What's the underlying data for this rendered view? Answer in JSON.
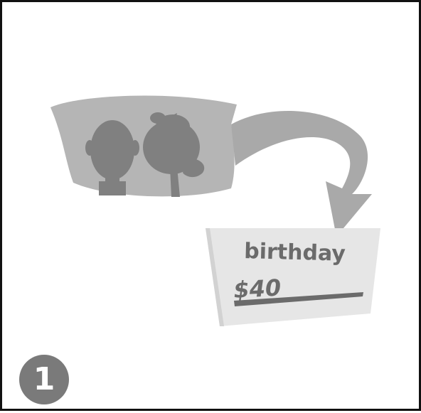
{
  "tag": {
    "label": "birthday",
    "amount": "$40"
  },
  "step": {
    "number": "1"
  },
  "colors": {
    "border": "#111111",
    "background": "#ffffff",
    "bubble": "#b5b5b5",
    "silhouette": "#808080",
    "tag_fill": "#e6e6e6",
    "tag_text": "#6b6b6b",
    "badge": "#7a7a7a"
  },
  "icons": {
    "people": "couple-silhouette-icon",
    "arrow": "curved-arrow-icon"
  }
}
